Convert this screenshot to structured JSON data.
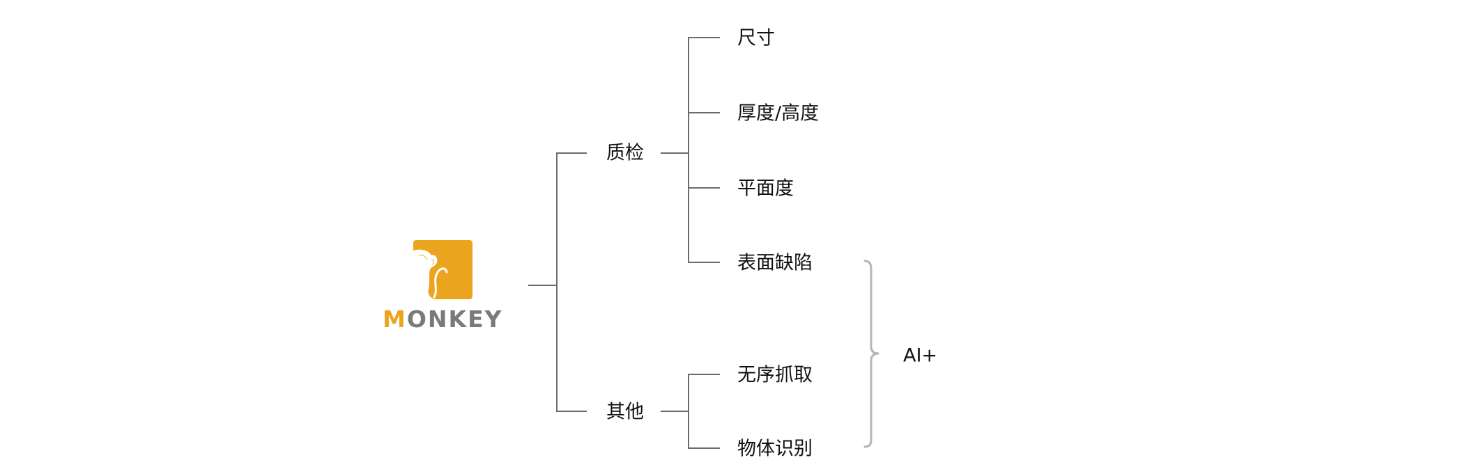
{
  "logo": {
    "text_first": "M",
    "text_rest": "ONKEY",
    "brand_color": "#EBA41E",
    "text_color": "#7a7a7a"
  },
  "tree": {
    "branches": [
      {
        "label": "质检",
        "children": [
          "尺寸",
          "厚度/高度",
          "平面度",
          "表面缺陷"
        ]
      },
      {
        "label": "其他",
        "children": [
          "无序抓取",
          "物体识别"
        ]
      }
    ]
  },
  "brace_label": "AI+",
  "colors": {
    "line": "#6b6b6b",
    "brace": "#b5b5b5"
  }
}
